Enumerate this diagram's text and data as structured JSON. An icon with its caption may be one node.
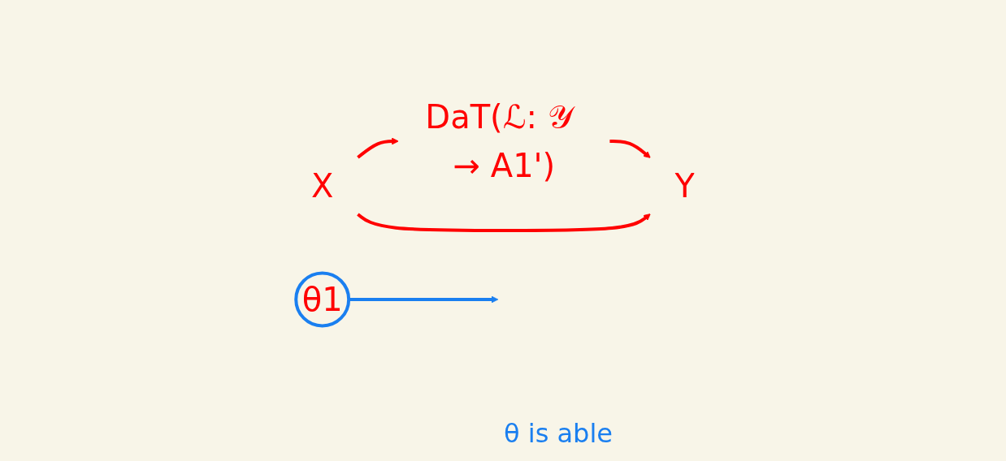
{
  "diagram": {
    "nodes": [
      {
        "text": [
          "X"
        ]
      },
      {
        "text": [
          "θ1"
        ]
      },
      {
        "text": [
          "DaT(ℒ: 𝒴 → A1')"
        ]
      },
      {
        "text": [
          "Y"
        ]
      }
    ],
    "edges": [
      {
        "from": 0,
        "to": 2,
        "arrow": "to"
      },
      {
        "from": 1,
        "to": null,
        "arrow": "to",
        "color": "#1a7ff0"
      },
      {
        "from": 0,
        "to": 3,
        "arrow": "to"
      },
      {
        "from": 2,
        "to": 3,
        "arrow": "to"
      }
    ],
    "labels": [
      "θ is able"
    ]
  }
}
